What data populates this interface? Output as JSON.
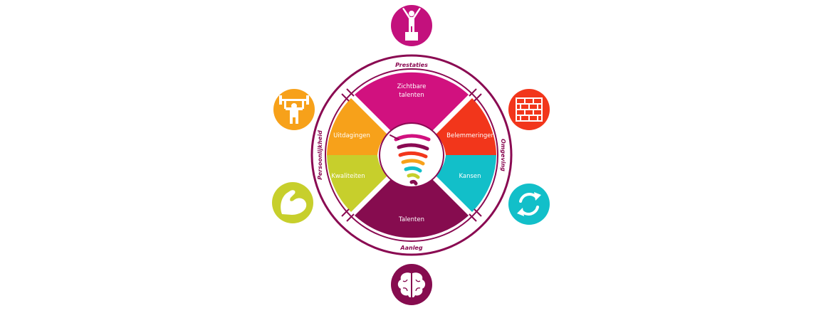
{
  "diagram": {
    "ring_labels": {
      "top": "Prestaties",
      "bottom": "Aanleg",
      "left": "Persoonlijkheid",
      "right": "Omgeving"
    },
    "segments": {
      "top": "Zichtbare",
      "top_line2": "talenten",
      "left_upper": "Uitdagingen",
      "left_lower": "Kwaliteiten",
      "right_upper": "Belemmeringen",
      "right_lower": "Kansen",
      "bottom": "Talenten"
    },
    "icons": [
      "podium-winner-icon",
      "weightlifter-icon",
      "muscle-arm-icon",
      "brick-wall-icon",
      "refresh-arrows-icon",
      "brain-icon",
      "tornado-logo-icon"
    ],
    "colors": {
      "frame": "#8a0a52",
      "top": "#d1117f",
      "orange": "#f7a11a",
      "lime": "#c7cf2c",
      "red": "#f2361b",
      "teal": "#12bfc9",
      "bottom": "#860c4f",
      "podium": "#c3117d",
      "brain": "#860c4f"
    }
  }
}
